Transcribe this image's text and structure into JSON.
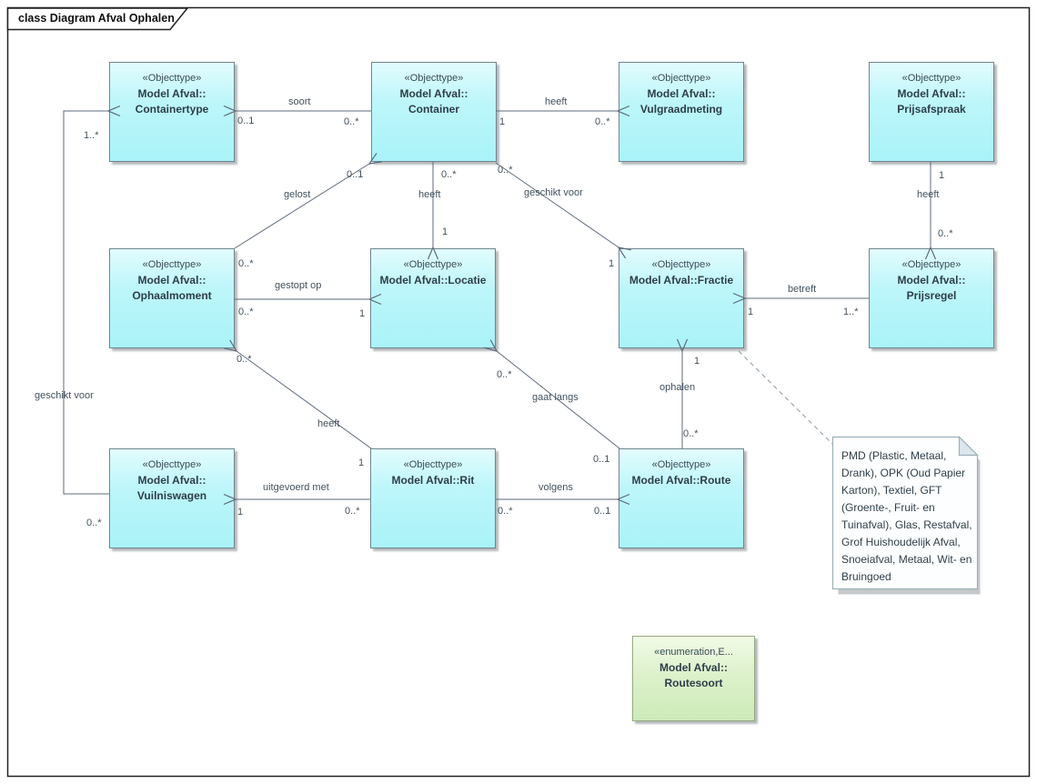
{
  "frame": {
    "title": "class Diagram Afval Ophalen"
  },
  "classes": {
    "containertype": {
      "stereotype": "«Objecttype»",
      "line1": "Model Afval::",
      "line2": "Containertype"
    },
    "container": {
      "stereotype": "«Objecttype»",
      "line1": "Model Afval::",
      "line2": "Container"
    },
    "vulgraadmeting": {
      "stereotype": "«Objecttype»",
      "line1": "Model Afval::",
      "line2": "Vulgraadmeting"
    },
    "prijsafspraak": {
      "stereotype": "«Objecttype»",
      "line1": "Model Afval::",
      "line2": "Prijsafspraak"
    },
    "ophaalmoment": {
      "stereotype": "«Objecttype»",
      "line1": "Model Afval::",
      "line2": "Ophaalmoment"
    },
    "locatie": {
      "stereotype": "«Objecttype»",
      "line1": "Model Afval::Locatie",
      "line2": ""
    },
    "fractie": {
      "stereotype": "«Objecttype»",
      "line1": "Model Afval::Fractie",
      "line2": ""
    },
    "prijsregel": {
      "stereotype": "«Objecttype»",
      "line1": "Model Afval::",
      "line2": "Prijsregel"
    },
    "vuilniswagen": {
      "stereotype": "«Objecttype»",
      "line1": "Model Afval::",
      "line2": "Vuilniswagen"
    },
    "rit": {
      "stereotype": "«Objecttype»",
      "line1": "Model Afval::Rit",
      "line2": ""
    },
    "route": {
      "stereotype": "«Objecttype»",
      "line1": "Model Afval::Route",
      "line2": ""
    },
    "routesoort": {
      "stereotype": "«enumeration,E...",
      "line1": "Model Afval::",
      "line2": "Routesoort"
    }
  },
  "assoc": {
    "soort": {
      "label": "soort",
      "m_src": "0..*",
      "m_tgt": "0..1"
    },
    "heeft_vulgraad": {
      "label": "heeft",
      "m_src": "1",
      "m_tgt": "0..*"
    },
    "gelost": {
      "label": "gelost",
      "m_src": "0..*",
      "m_tgt": "0..1"
    },
    "heeft_locatie": {
      "label": "heeft",
      "m_src": "0..*",
      "m_tgt": "1"
    },
    "geschikt_fractie": {
      "label": "geschikt voor",
      "m_src": "0..*",
      "m_tgt": "1"
    },
    "heeft_prijsregel": {
      "label": "heeft",
      "m_src": "1",
      "m_tgt": "0..*"
    },
    "gestopt_op": {
      "label": "gestopt op",
      "m_src": "0..*",
      "m_tgt": "1"
    },
    "betreft": {
      "label": "betreft",
      "m_src": "1..*",
      "m_tgt": "1"
    },
    "geschikt_ctype": {
      "label": "geschikt voor",
      "m_src": "0..*",
      "m_tgt": "1..*"
    },
    "heeft_ophaal": {
      "label": "heeft",
      "m_src": "1",
      "m_tgt": "0..*"
    },
    "uitgevoerd_met": {
      "label": "uitgevoerd met",
      "m_src": "0..*",
      "m_tgt": "1"
    },
    "volgens": {
      "label": "volgens",
      "m_src": "0..*",
      "m_tgt": "0..1"
    },
    "gaat_langs": {
      "label": "gaat langs",
      "m_src": "0..1",
      "m_tgt": "0..*"
    },
    "ophalen": {
      "label": "ophalen",
      "m_src": "0..*",
      "m_tgt": "1"
    }
  },
  "note": {
    "text": "PMD (Plastic, Metaal, Drank), OPK (Oud Papier Karton), Textiel, GFT (Groente-, Fruit- en Tuinafval), Glas, Restafval, Grof Huishoudelijk Afval, Snoeiafval, Metaal, Wit- en Bruingoed"
  },
  "colors": {
    "class_fill": "#a9f3f8",
    "enum_fill": "#cdeab9",
    "note_fill": "#fdfeff",
    "line": "#5d6b7c",
    "text": "#2d3e4a"
  }
}
